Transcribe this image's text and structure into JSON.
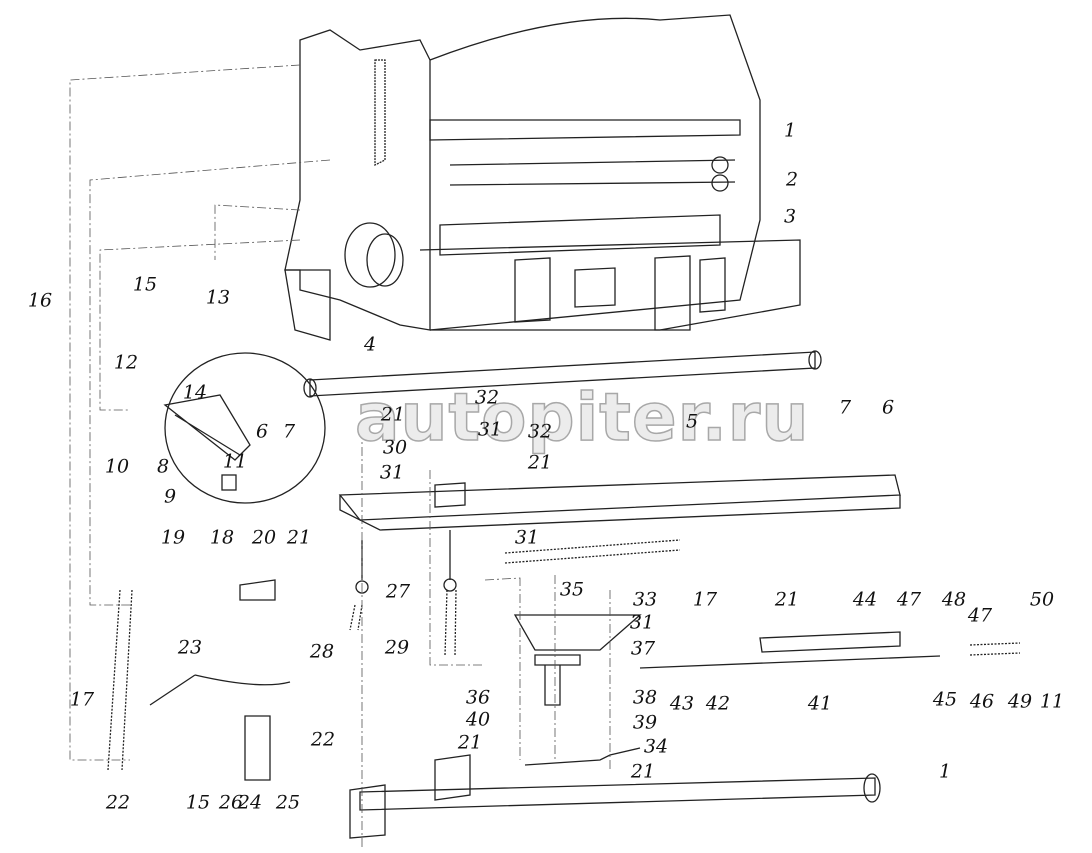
{
  "diagram": {
    "type": "exploded-parts-diagram",
    "watermark": "autopiter.ru",
    "labels": [
      "1",
      "2",
      "3",
      "4",
      "5",
      "6",
      "7",
      "16",
      "15",
      "13",
      "12",
      "14",
      "6",
      "7",
      "10",
      "11",
      "8",
      "9",
      "21",
      "32",
      "31",
      "32",
      "30",
      "21",
      "31",
      "31",
      "27",
      "17",
      "19",
      "18",
      "20",
      "21",
      "35",
      "33",
      "31",
      "37",
      "36",
      "40",
      "38",
      "39",
      "21",
      "34",
      "21",
      "43",
      "42",
      "41",
      "21",
      "44",
      "47",
      "48",
      "47",
      "50",
      "45",
      "46",
      "49",
      "11",
      "28",
      "29",
      "23",
      "17",
      "22",
      "22",
      "15",
      "26",
      "24",
      "25",
      "1"
    ]
  }
}
